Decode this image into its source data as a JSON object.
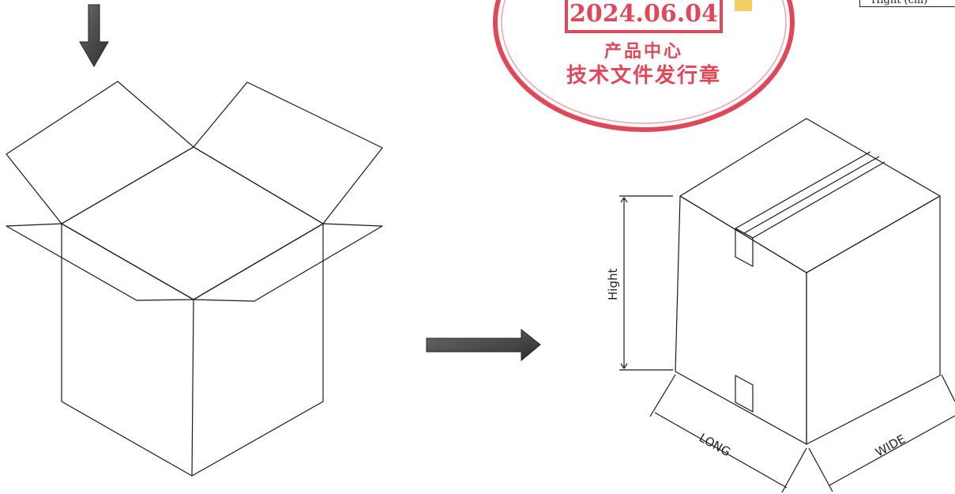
{
  "corner_label": "Hight (cm)",
  "stamp": {
    "date": "2024.06.04",
    "line1": "产品中心",
    "line2": "技术文件发行章",
    "color": "#e0485a"
  },
  "box_labels": {
    "height": "Hight",
    "long": "LONG",
    "wide": "WIDE"
  },
  "arrows": {
    "down": "down-arrow-icon",
    "right": "right-arrow-icon"
  }
}
